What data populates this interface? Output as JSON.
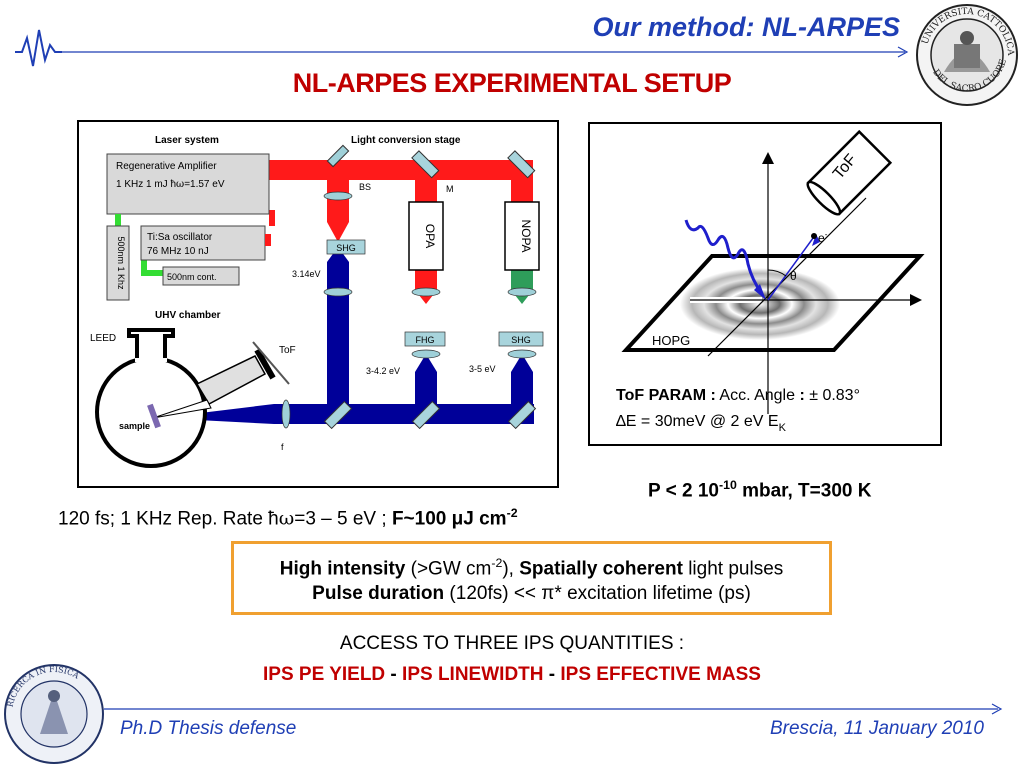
{
  "header": {
    "title": "Our method: NL-ARPES"
  },
  "slide_title": "NL-ARPES EXPERIMENTAL SETUP",
  "setup_diagram": {
    "laser_system": "Laser system",
    "light_conversion": "Light conversion stage",
    "regen_amp": "Regenerative Amplifier",
    "regen_params_a": "1 KHz  1 mJ  ħ",
    "regen_params_b": "=1.57 eV",
    "omega_glyph": "ω",
    "tisa": "Ti:Sa oscillator",
    "tisa_params": "76 MHz  10 nJ",
    "vertical_label": "500nm 1 Khz",
    "cont_label": "500nm cont.",
    "bs": "BS",
    "m": "M",
    "shg1": "SHG",
    "opa": "OPA",
    "nopa": "NOPA",
    "fhg": "FHG",
    "shg2": "SHG",
    "e314": "3.14eV",
    "e342": "3-4.2 eV",
    "e35": "3-5 eV",
    "uhv": "UHV chamber",
    "leed": "LEED",
    "tof": "ToF",
    "sample": "sample",
    "f": "f"
  },
  "arpes_diagram": {
    "tof": "ToF",
    "electron": "e",
    "electron_sup": "-",
    "theta": "θ",
    "hopg": "HOPG",
    "param_bold": "ToF PARAM :",
    "param_rest": " Acc. Angle ",
    "param_colon": ":",
    "param_val": " ± 0.83°",
    "delta_e": "∆E = 30meV @ 2 eV E",
    "delta_e_sub": "K"
  },
  "pressure": {
    "text_a": "P < 2 10",
    "text_sup": "-10",
    "text_b": " mbar, T=300 K"
  },
  "rep_rate": {
    "text_a": "120 fs; 1 KHz Rep. Rate  ħ",
    "omega": "ω",
    "text_b": "=3 – 5 eV ; ",
    "fluence": "F~100 μJ cm",
    "fluence_sup": "-2"
  },
  "highlight": {
    "hi_bold": "High intensity",
    "hi_rest": " (>GW cm",
    "hi_sup": "-2",
    "hi_close": "), ",
    "sc_bold": "Spatially coherent",
    "sc_rest": " light pulses",
    "pd_bold": "Pulse duration",
    "pd_rest": " (120fs) << π* excitation lifetime (ps)"
  },
  "access": "ACCESS TO THREE IPS QUANTITIES :",
  "ips": {
    "a": "IPS PE YIELD",
    "sep1": " - ",
    "b": "IPS LINEWIDTH",
    "sep2": " - ",
    "c": "IPS EFFECTIVE MASS"
  },
  "footer": {
    "left": "Ph.D Thesis defense",
    "right": "Brescia, 11 January 2010"
  },
  "colors": {
    "blue_accent": "#1f3fb5",
    "red_title": "#c00000",
    "laser_red": "#ff1a1a",
    "uv_blue": "#000099",
    "green": "#2e9d5a",
    "box_orange": "#f0a030"
  }
}
